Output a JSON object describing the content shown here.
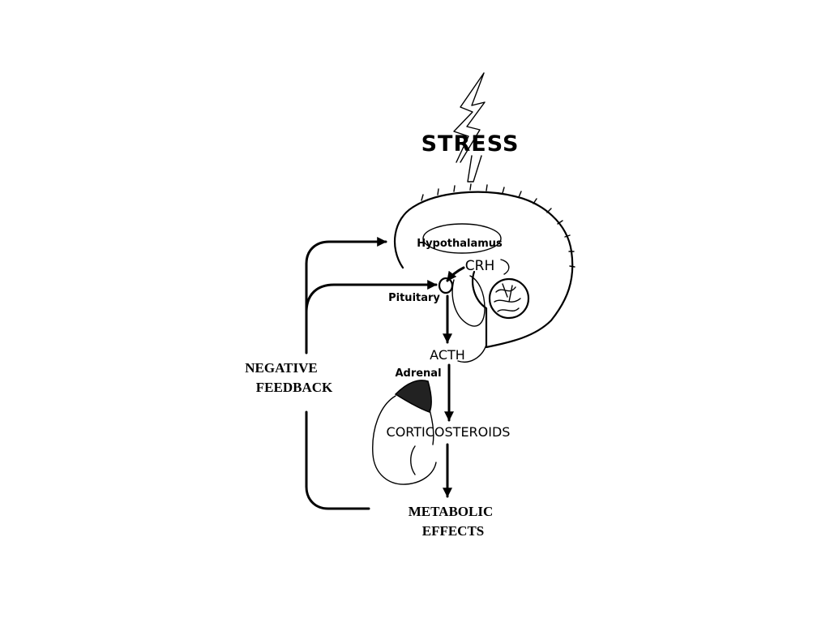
{
  "diagram": {
    "stress": "STRESS",
    "hypothalamus": "Hypothalamus",
    "crh": "CRH",
    "pituitary": "Pituitary",
    "acth": "ACTH",
    "adrenal": "Adrenal",
    "corticosteroids": "CORTICOSTEROIDS",
    "metabolic_line1": "METABOLIC",
    "metabolic_line2": "EFFECTS",
    "feedback_line1": "NEGATIVE",
    "feedback_line2": "FEEDBACK"
  }
}
